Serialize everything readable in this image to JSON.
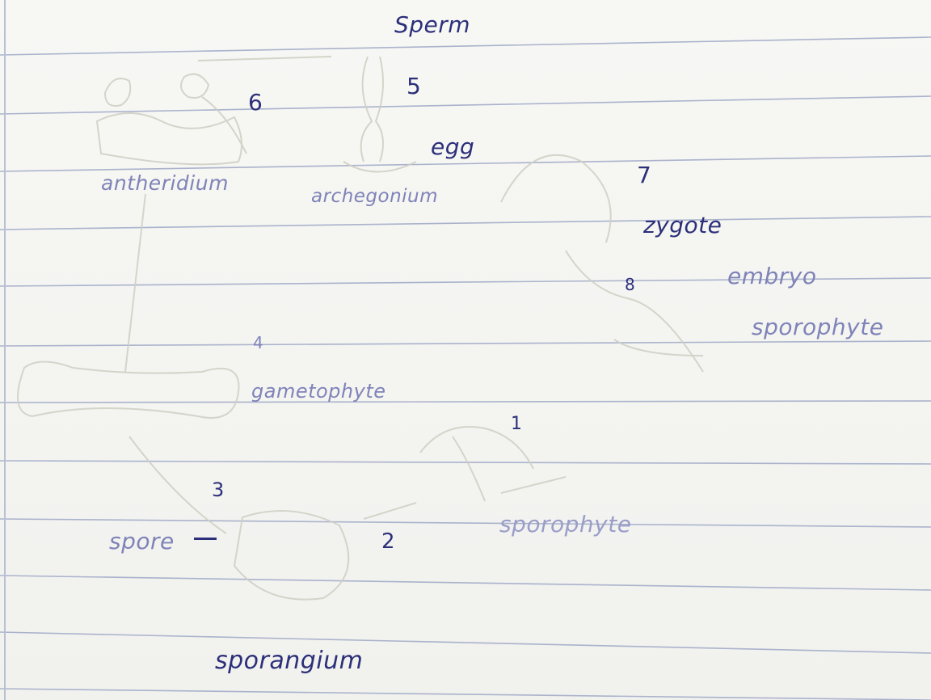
{
  "colors": {
    "paper": "#f4f4f1",
    "ruling": "#aab3cc",
    "ink_dark": "#2c2f7a",
    "ink_light": "#7f83b8",
    "pencil": "#c9c9bf"
  },
  "labels": {
    "sperm": "Sperm",
    "antheridium": "antheridium",
    "archegonium": "archegonium",
    "egg": "egg",
    "zygote": "zygote",
    "embryo": "embryo",
    "sporophyte_embryo": "sporophyte",
    "gametophyte": "gametophyte",
    "sporophyte": "sporophyte",
    "spore": "spore",
    "sporangium": "sporangium"
  },
  "numbers": {
    "n1": "1",
    "n2": "2",
    "n3": "3",
    "n4": "4",
    "n5": "5",
    "n6": "6",
    "n7": "7",
    "n8": "8"
  }
}
